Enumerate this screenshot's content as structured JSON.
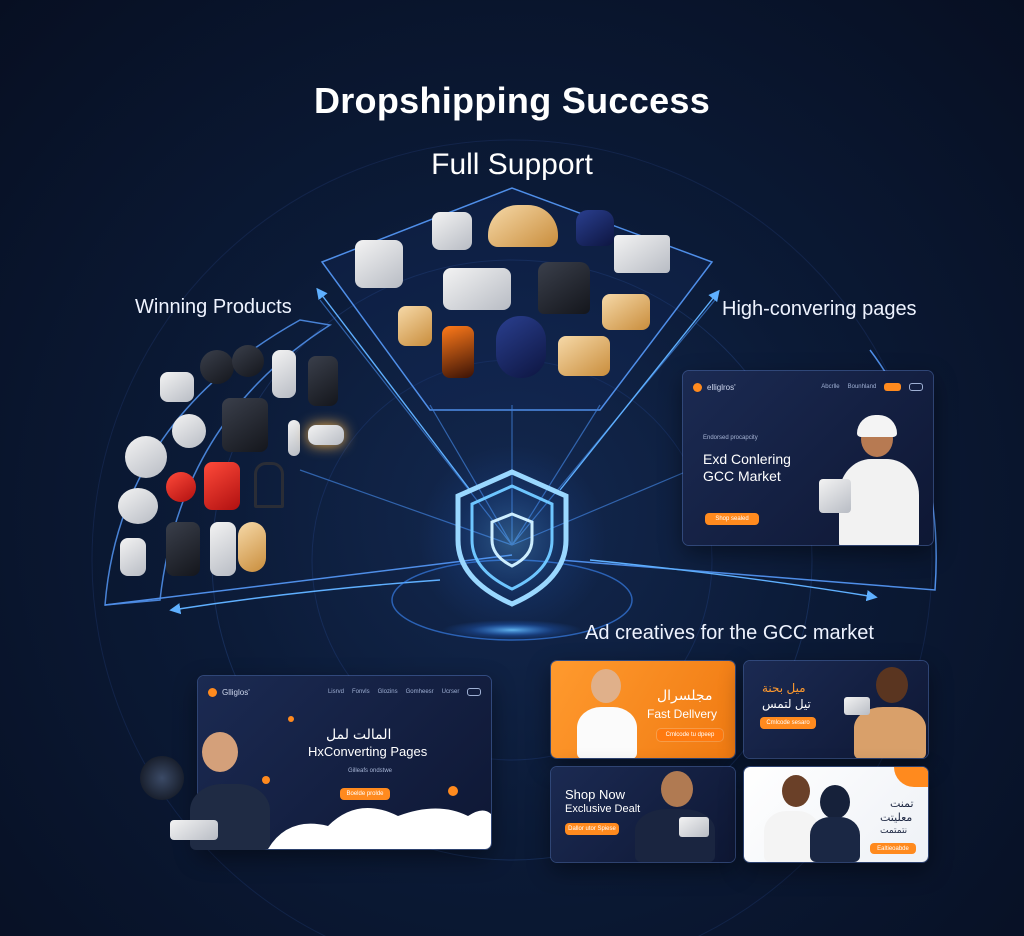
{
  "title": "Dropshipping Success",
  "subtitle": "Full Support",
  "labels": {
    "winning_products": "Winning Products",
    "high_converting": "High-convering pages",
    "ad_creatives": "Ad creatives for the GCC market"
  },
  "landing_card_right": {
    "logo": "elliglros'",
    "nav": [
      "Abcrlle",
      "Bounhland"
    ],
    "tag": "Endorsed procapcity",
    "headline_1": "Exd Conlering",
    "headline_2": "GCC Market",
    "cta": "Shop sealed"
  },
  "landing_card_left": {
    "logo": "Glliglos'",
    "nav": [
      "Lisrvd",
      "Fonvls",
      "Glozins",
      "Gomheesr",
      "Ucrser"
    ],
    "headline_1": "المالت لمل",
    "headline_2": "HxConverting Pages",
    "tag": "Gilleafs ondstwe",
    "cta": "Boelde prolde"
  },
  "ads": {
    "ad1": {
      "arabic": "مجلسرال",
      "english": "Fast Dellvery",
      "cta": "Cmlcode tu dpeep"
    },
    "ad2": {
      "arabic_1": "ميل بحنة",
      "arabic_2": "تيل لتمس",
      "cta": "Cmlcode sesaro"
    },
    "ad3": {
      "line1": "Shop Now",
      "line2": "Exclusive Dealt",
      "cta": "Dallor utor Spiese"
    },
    "ad4": {
      "arabic_1": "تمنت",
      "arabic_2": "معليتت",
      "arabic_3": "نتمتمت",
      "cta": "Ealtieoabde"
    }
  },
  "colors": {
    "accent": "#ff8a1e",
    "glow": "#4aa8ff",
    "background": "#0b1a36"
  },
  "icons": {
    "center": "shield-icon"
  }
}
